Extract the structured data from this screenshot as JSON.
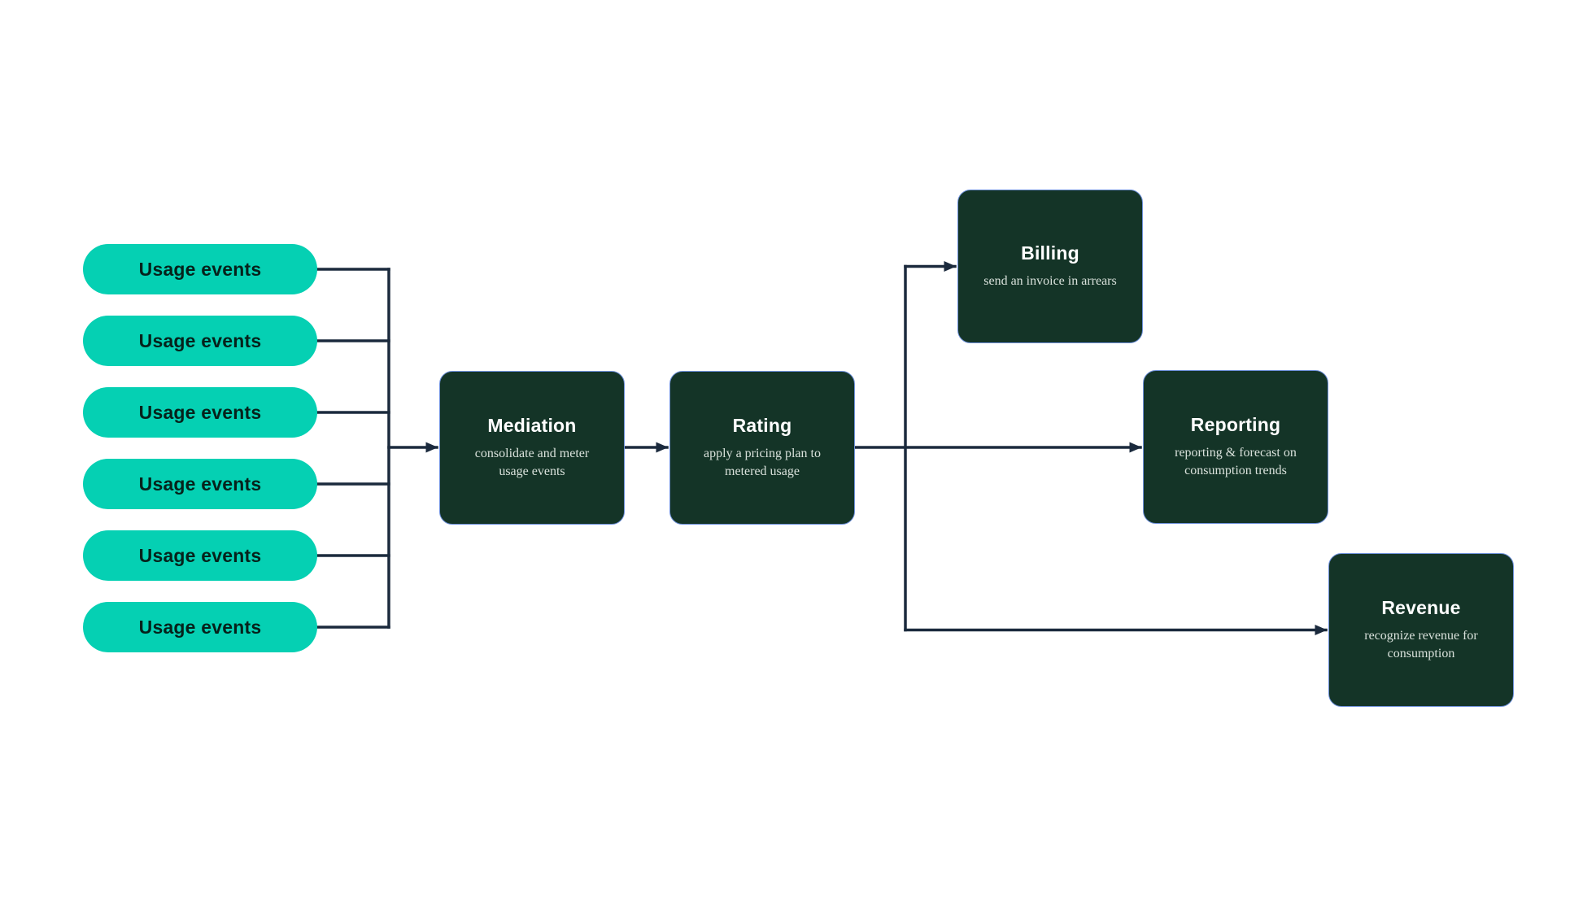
{
  "colors": {
    "background": "#ffffff",
    "pill_fill": "#05d0b3",
    "pill_text": "#06221b",
    "node_fill": "#143427",
    "node_border": "#6e90da",
    "node_title": "#ffffff",
    "node_subtitle": "#d9e1db",
    "line": "#1b2a3d"
  },
  "sources": [
    {
      "label": "Usage events"
    },
    {
      "label": "Usage events"
    },
    {
      "label": "Usage events"
    },
    {
      "label": "Usage events"
    },
    {
      "label": "Usage events"
    },
    {
      "label": "Usage events"
    }
  ],
  "nodes": {
    "mediation": {
      "title": "Mediation",
      "subtitle": "consolidate and meter\nusage events"
    },
    "rating": {
      "title": "Rating",
      "subtitle": "apply a pricing plan to\nmetered usage"
    },
    "billing": {
      "title": "Billing",
      "subtitle": "send an invoice in arrears"
    },
    "reporting": {
      "title": "Reporting",
      "subtitle": "reporting & forecast on\nconsumption trends"
    },
    "revenue": {
      "title": "Revenue",
      "subtitle": "recognize revenue for\nconsumption"
    }
  },
  "edges": [
    {
      "from": "usage-events",
      "to": "mediation",
      "count": 6
    },
    {
      "from": "mediation",
      "to": "rating"
    },
    {
      "from": "rating",
      "to": "billing"
    },
    {
      "from": "rating",
      "to": "reporting"
    },
    {
      "from": "rating",
      "to": "revenue"
    }
  ]
}
